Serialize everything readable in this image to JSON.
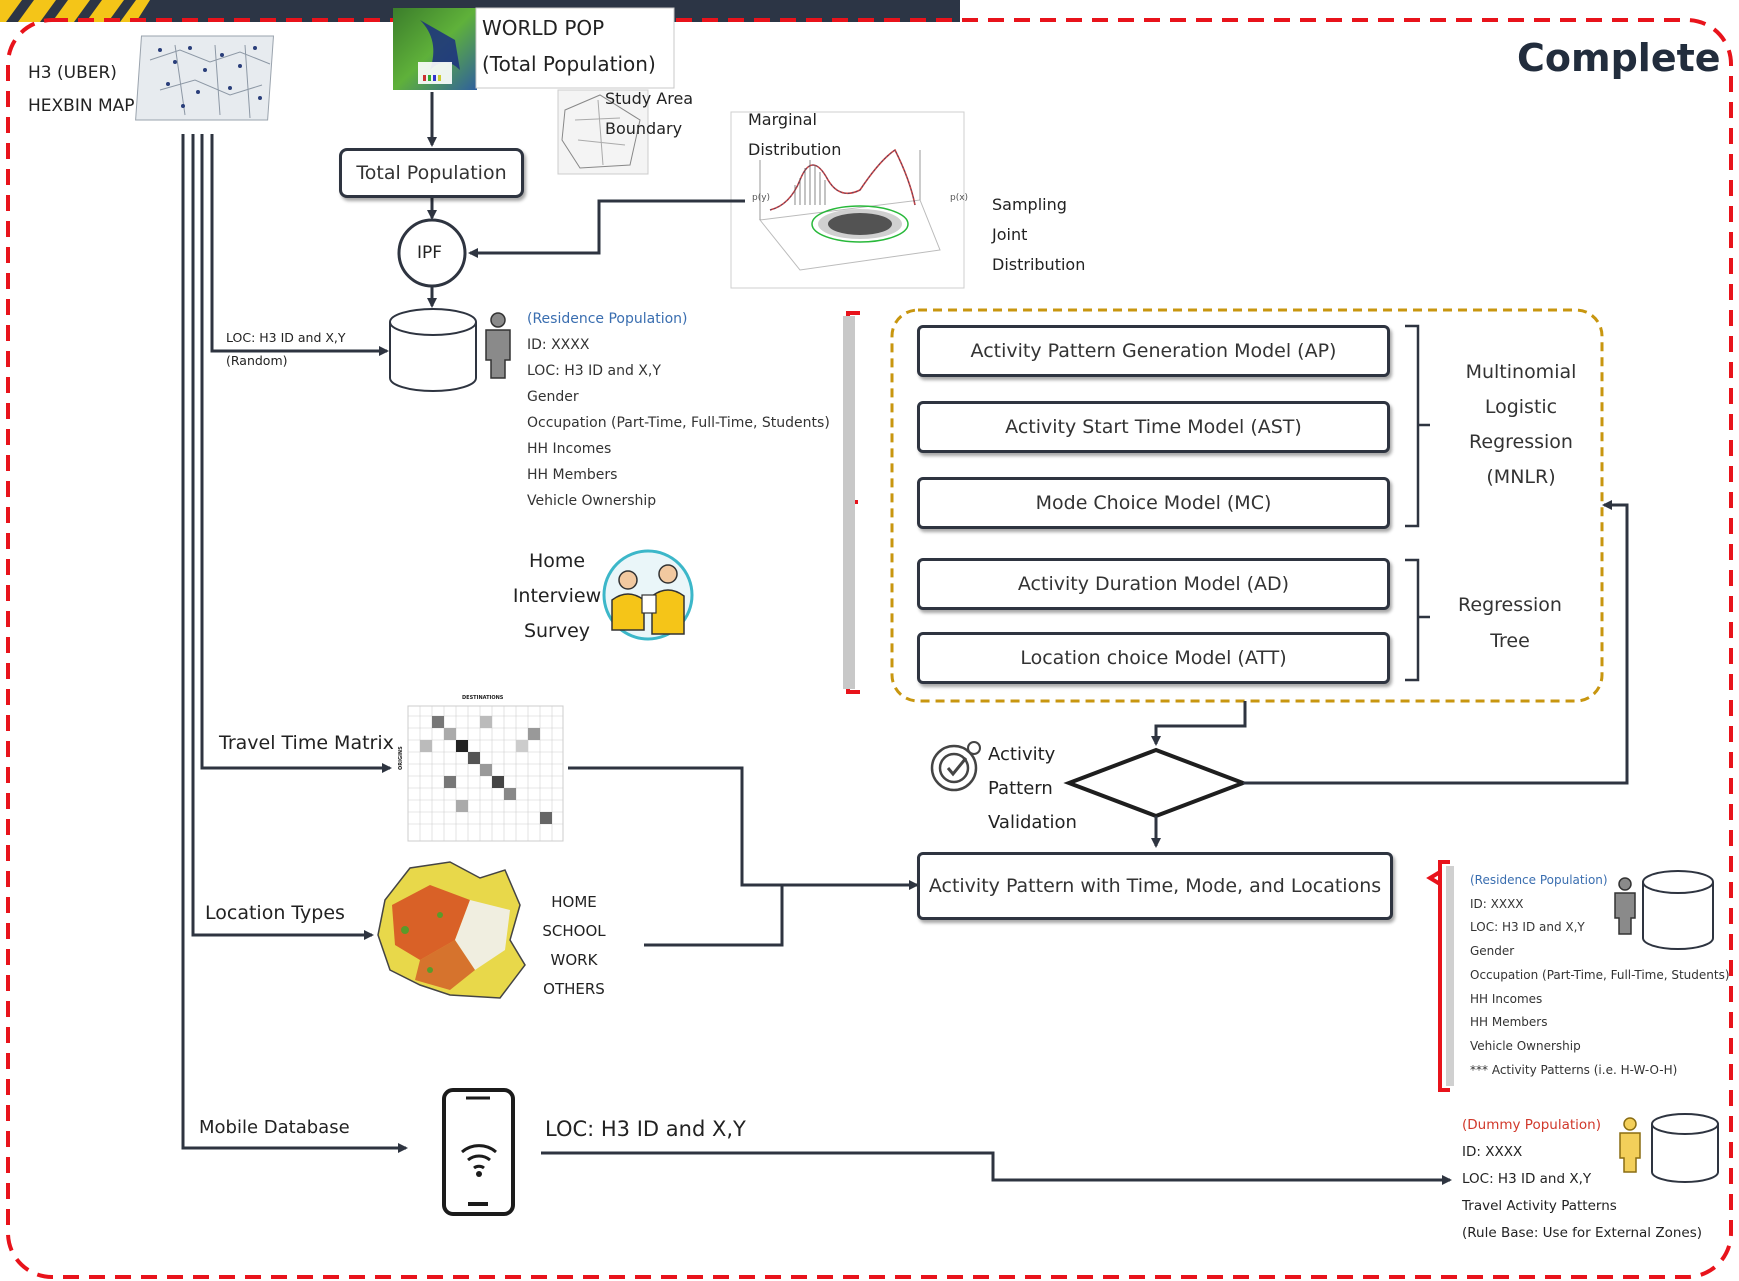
{
  "status_label": "Complete",
  "inputs": {
    "h3_label_1": "H3 (UBER)",
    "h3_label_2": "HEXBIN MAP",
    "worldpop_1": "WORLD POP",
    "worldpop_2": "(Total Population)",
    "study_area_1": "Study Area",
    "study_area_2": "Boundary",
    "marginal_1": "Marginal",
    "marginal_2": "Distribution",
    "sampling": "Sampling",
    "joint": "Joint",
    "distribution": "Distribution"
  },
  "process": {
    "total_population": "Total Population",
    "ipf": "IPF",
    "loc_random_1": "LOC: H3 ID and X,Y",
    "loc_random_2": "(Random)",
    "travel_time_matrix": "Travel Time Matrix",
    "location_types": "Location Types",
    "mobile_database": "Mobile Database",
    "loc_mobile": "LOC: H3 ID and X,Y"
  },
  "residence": {
    "title": "(Residence Population)",
    "attrs": [
      "ID: XXXX",
      "LOC: H3 ID and X,Y",
      "Gender",
      "Occupation (Part-Time, Full-Time, Students)",
      "HH Incomes",
      "HH Members",
      "Vehicle Ownership"
    ]
  },
  "survey": [
    "Home",
    "Interview",
    "Survey"
  ],
  "models": [
    "Activity Pattern Generation Model (AP)",
    "Activity Start Time Model (AST)",
    "Mode Choice Model (MC)",
    "Activity Duration Model (AD)",
    "Location choice Model (ATT)"
  ],
  "mnlr": [
    "Multinomial",
    "Logistic",
    "Regression",
    "(MNLR)"
  ],
  "regression_tree": [
    "Regression",
    "Tree"
  ],
  "validation": [
    "Activity",
    "Pattern",
    "Validation"
  ],
  "output_box": "Activity Pattern with Time, Mode, and Locations",
  "location_type_list": [
    "HOME",
    "SCHOOL",
    "WORK",
    "OTHERS"
  ],
  "output_residence": {
    "title": "(Residence Population)",
    "attrs": [
      "ID: XXXX",
      "LOC: H3 ID and X,Y",
      "Gender",
      "Occupation (Part-Time, Full-Time, Students)",
      "HH Incomes",
      "HH Members",
      "Vehicle Ownership",
      "*** Activity Patterns (i.e. H-W-O-H)"
    ]
  },
  "dummy": {
    "title": "(Dummy Population)",
    "attrs": [
      "ID: XXXX",
      "LOC: H3 ID and X,Y",
      "Travel Activity Patterns",
      "(Rule Base: Use for External Zones)"
    ]
  },
  "matrix_title": "DESTINATIONS",
  "matrix_axis": "ORIGINS",
  "colors": {
    "border_red": "#e8131b",
    "dashed_gold": "#c8960f",
    "arrow": "#2e3440",
    "brand_yellow": "#f4c518",
    "highlight_blue": "#3a6eb0",
    "dummy_red": "#d1392b"
  }
}
